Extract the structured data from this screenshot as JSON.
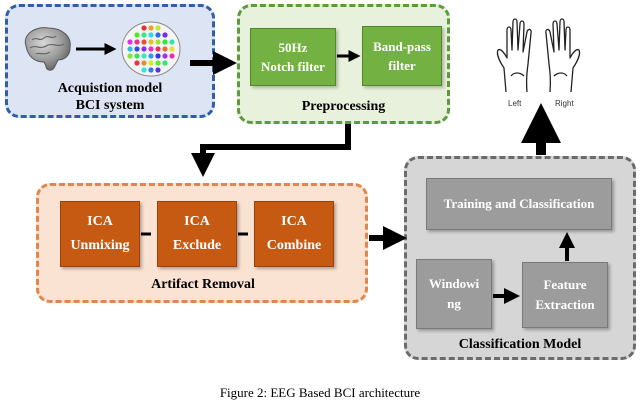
{
  "acquisition": {
    "line1": "Acquistion model",
    "line2": "BCI system"
  },
  "preprocessing": {
    "title": "Preprocessing",
    "notch": {
      "line1": "50Hz",
      "line2": "Notch filter"
    },
    "bandpass": {
      "line1": "Band-pass",
      "line2": "filter"
    }
  },
  "artifact": {
    "title": "Artifact Removal",
    "unmixing": {
      "line1": "ICA",
      "line2": "Unmixing"
    },
    "exclude": {
      "line1": "ICA",
      "line2": "Exclude"
    },
    "combine": {
      "line1": "ICA",
      "line2": "Combine"
    }
  },
  "classification": {
    "title": "Classification Model",
    "training": "Training and Classification",
    "windowing": {
      "line1": "Windowi",
      "line2": "ng"
    },
    "feature": {
      "line1": "Feature",
      "line2": "Extraction"
    }
  },
  "hands": {
    "left": "Left",
    "right": "Right"
  },
  "caption": "Figure 2: EEG Based BCI architecture",
  "colors": {
    "acquisition_border": "#2f5fa8",
    "preprocessing_border": "#5b9c3a",
    "artifact_border": "#e0874f",
    "classification_border": "#6b6b6b",
    "green_block": "#72b142",
    "orange_block": "#c65a12",
    "gray_block": "#9c9c9c"
  },
  "icons": [
    "brain-icon",
    "electrode-cap-icon",
    "hands-icon"
  ]
}
